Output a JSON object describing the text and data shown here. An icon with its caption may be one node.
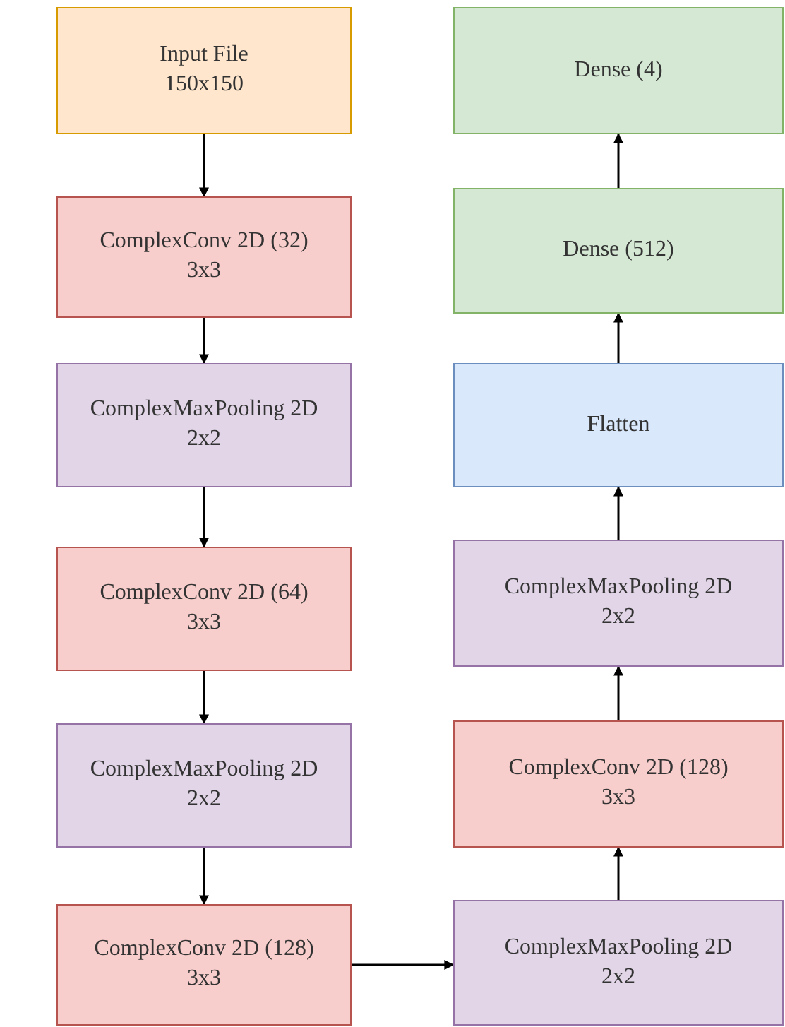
{
  "diagram": {
    "nodes": [
      {
        "text": [
          "Input File",
          "150x150"
        ]
      },
      {
        "text": [
          "ComplexConv 2D (32)",
          "3x3"
        ]
      },
      {
        "text": [
          "ComplexMaxPooling 2D",
          "2x2"
        ]
      },
      {
        "text": [
          "ComplexConv 2D (64)",
          "3x3"
        ]
      },
      {
        "text": [
          "ComplexMaxPooling 2D",
          "2x2"
        ]
      },
      {
        "text": [
          "ComplexConv 2D (128)",
          "3x3"
        ]
      },
      {
        "text": [
          "ComplexMaxPooling 2D",
          "2x2"
        ]
      },
      {
        "text": [
          "ComplexConv 2D (128)",
          "3x3"
        ]
      },
      {
        "text": [
          "ComplexMaxPooling 2D",
          "2x2"
        ]
      },
      {
        "text": [
          "Flatten"
        ]
      },
      {
        "text": [
          "Dense (512)"
        ]
      },
      {
        "text": [
          "Dense (4)"
        ]
      }
    ],
    "edges": [
      {
        "from": 0,
        "to": 1,
        "arrow": "to"
      },
      {
        "from": 1,
        "to": 2,
        "arrow": "to"
      },
      {
        "from": 2,
        "to": 3,
        "arrow": "to"
      },
      {
        "from": 3,
        "to": 4,
        "arrow": "to"
      },
      {
        "from": 4,
        "to": 5,
        "arrow": "to"
      },
      {
        "from": 5,
        "to": 6,
        "arrow": "to"
      },
      {
        "from": 6,
        "to": 7,
        "arrow": "to"
      },
      {
        "from": 7,
        "to": 8,
        "arrow": "to"
      },
      {
        "from": 8,
        "to": 9,
        "arrow": "to"
      },
      {
        "from": 9,
        "to": 10,
        "arrow": "to"
      },
      {
        "from": 10,
        "to": 11,
        "arrow": "to"
      }
    ]
  }
}
